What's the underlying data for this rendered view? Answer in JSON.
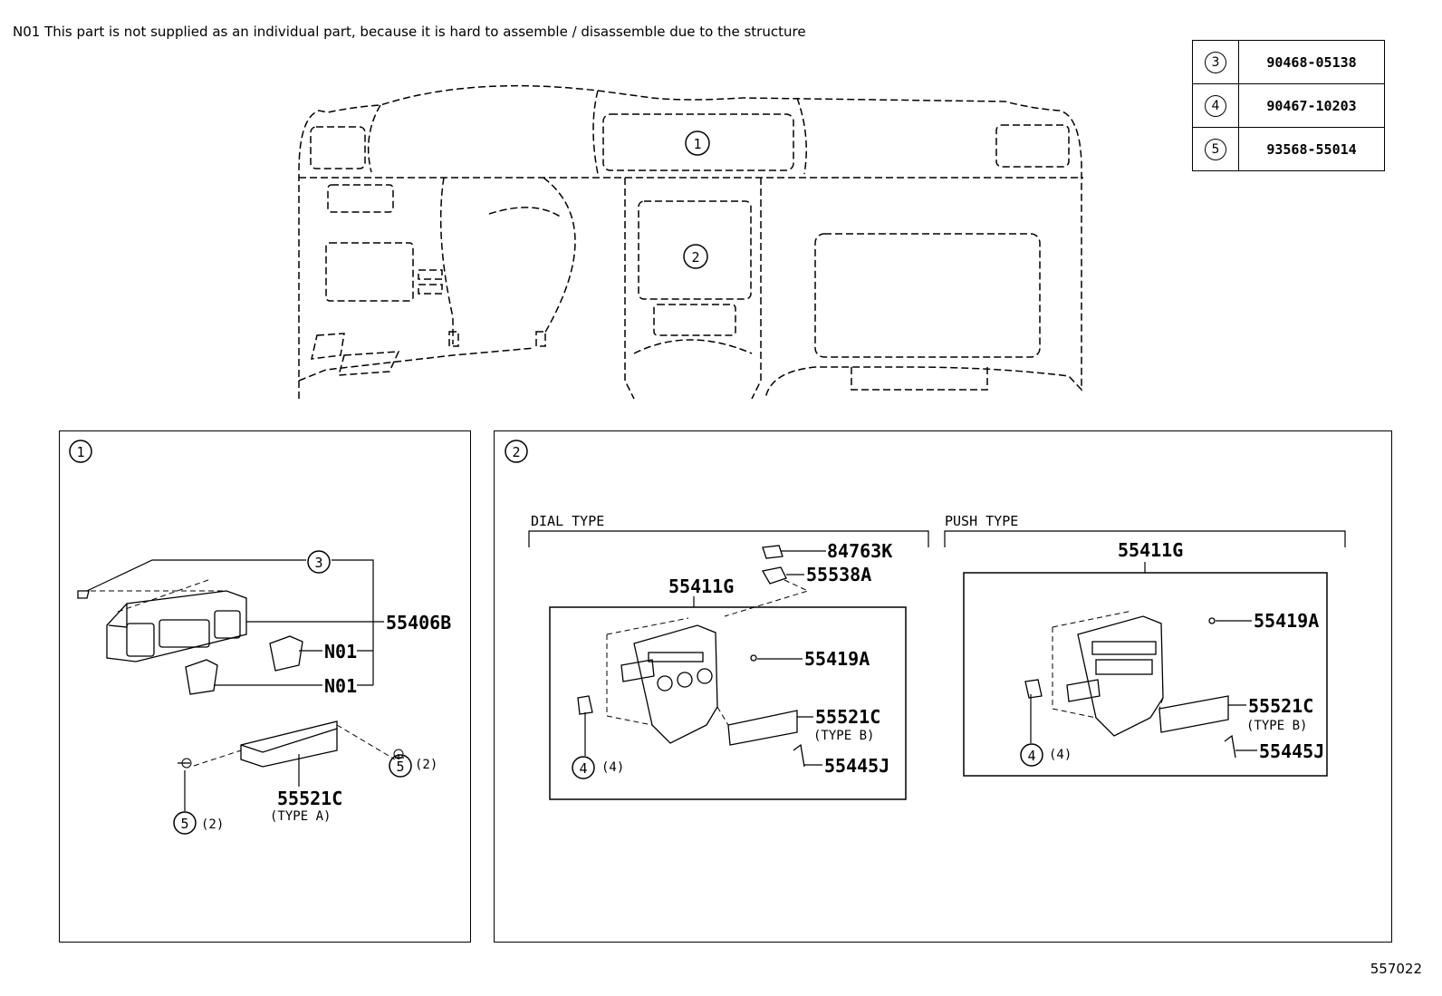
{
  "note": "N01 This part is not supplied as an individual part, because it is hard to assemble / disassemble due to the structure",
  "figure_id": "557022",
  "ref_table": [
    {
      "callout": "3",
      "part": "90468-05138"
    },
    {
      "callout": "4",
      "part": "90467-10203"
    },
    {
      "callout": "5",
      "part": "93568-55014"
    }
  ],
  "overview": {
    "callout1": "1",
    "callout2": "2"
  },
  "panel1": {
    "callout": "1",
    "p_55406B": "55406B",
    "n01_a": "N01",
    "n01_b": "N01",
    "c3": "3",
    "c5a": "5",
    "c5a_qty": "(2)",
    "c5b": "5",
    "c5b_qty": "(2)",
    "p_55521C": "55521C",
    "type_a": "(TYPE A)"
  },
  "panel2": {
    "callout": "2",
    "dial_type": "DIAL TYPE",
    "push_type": "PUSH TYPE",
    "dial": {
      "p_84763K": "84763K",
      "p_55538A": "55538A",
      "p_55411G": "55411G",
      "p_55419A": "55419A",
      "p_55521C": "55521C",
      "type_b": "(TYPE B)",
      "p_55445J": "55445J",
      "c4": "4",
      "c4_qty": "(4)"
    },
    "push": {
      "p_55411G": "55411G",
      "p_55419A": "55419A",
      "p_55521C": "55521C",
      "type_b": "(TYPE B)",
      "p_55445J": "55445J",
      "c4": "4",
      "c4_qty": "(4)"
    }
  }
}
